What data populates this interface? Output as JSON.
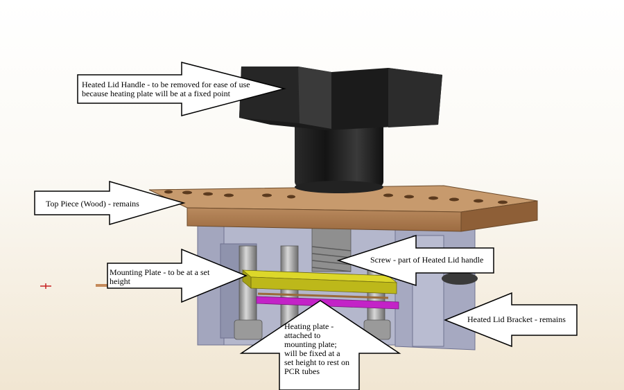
{
  "callouts": {
    "lid_handle": "Heated Lid Handle - to be removed for ease of use because heating plate will be at a fixed point",
    "top_piece": "Top Piece (Wood) - remains",
    "mounting_plate": "Mounting Plate - to be at a set height",
    "screw": "Screw - part of Heated Lid handle",
    "bracket": "Heated Lid Bracket - remains",
    "heating_plate": "Heating plate - attached to mounting plate; will be fixed at a set height to rest on PCR tubes"
  },
  "colors": {
    "knob": "#1a1a1a",
    "wood": "#a9754a",
    "bracket": "#a9adc6",
    "mounting_plate": "#c6c219",
    "heating_plate": "#c323c7",
    "screw": "#8f8f8f"
  }
}
